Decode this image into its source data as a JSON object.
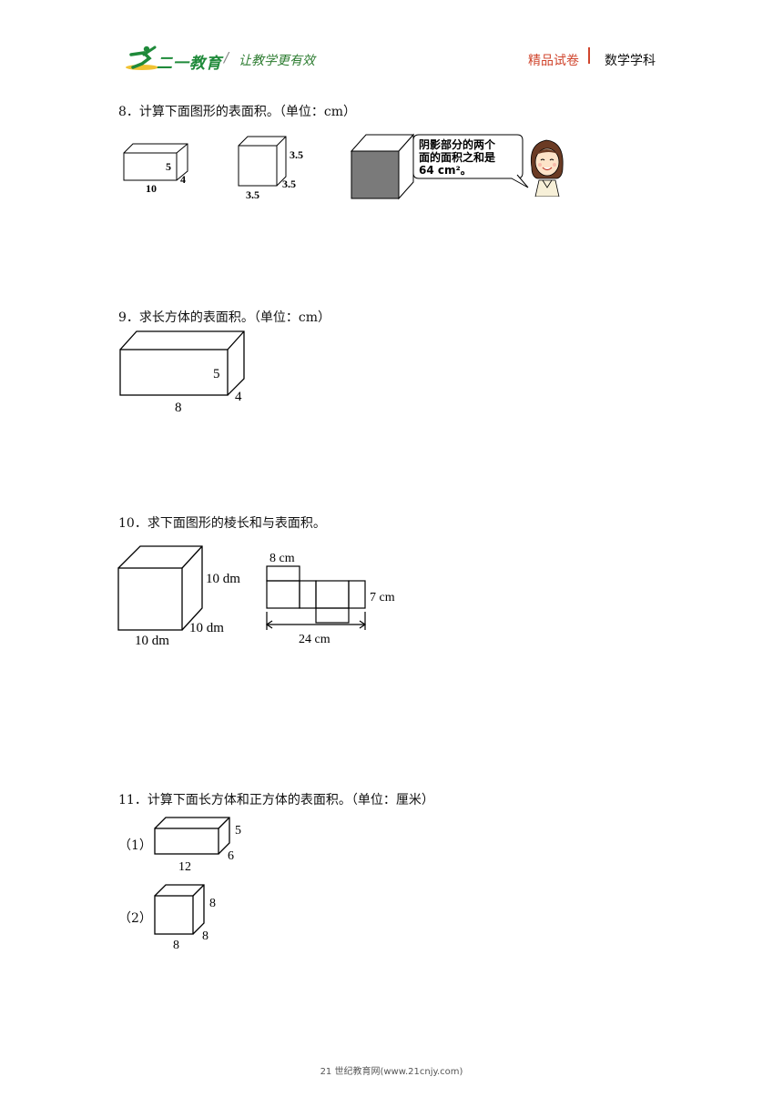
{
  "header": {
    "logo_text": "二一教育",
    "slash": "/",
    "slogan": "让教学更有效",
    "right_label_1": "精品试卷",
    "right_label_2": "数学学科",
    "brand_color": "#1f8a3a",
    "accent_color": "#d0452d"
  },
  "questions": [
    {
      "number_text": "8．计算下面图形的表面积。（单位：cm）",
      "fig1": {
        "l": "10",
        "h": "5",
        "w": "4"
      },
      "fig2": {
        "a": "3.5",
        "b": "3.5",
        "c": "3.5"
      },
      "bubble": {
        "line1": "阴影部分的两个",
        "line2": "面的面积之和是",
        "line3": "64 cm²。"
      }
    },
    {
      "number_text": "9．求长方体的表面积。（单位：cm）",
      "fig": {
        "l": "8",
        "h": "5",
        "w": "4"
      }
    },
    {
      "number_text": "10．求下面图形的棱长和与表面积。",
      "cube": {
        "edge_right": "10 dm",
        "edge_depth": "10 dm",
        "edge_bottom": "10 dm"
      },
      "net": {
        "top_label": "8 cm",
        "right_label": "7 cm",
        "bottom_label": "24 cm"
      }
    },
    {
      "number_text": "11．计算下面长方体和正方体的表面积。（单位：厘米）",
      "part1": {
        "label": "（1）",
        "l": "12",
        "h": "5",
        "w": "6"
      },
      "part2": {
        "label": "（2）",
        "a": "8",
        "b": "8",
        "c": "8"
      }
    }
  ],
  "footer": {
    "text": "21 世纪教育网(www.21cnjy.com)"
  }
}
